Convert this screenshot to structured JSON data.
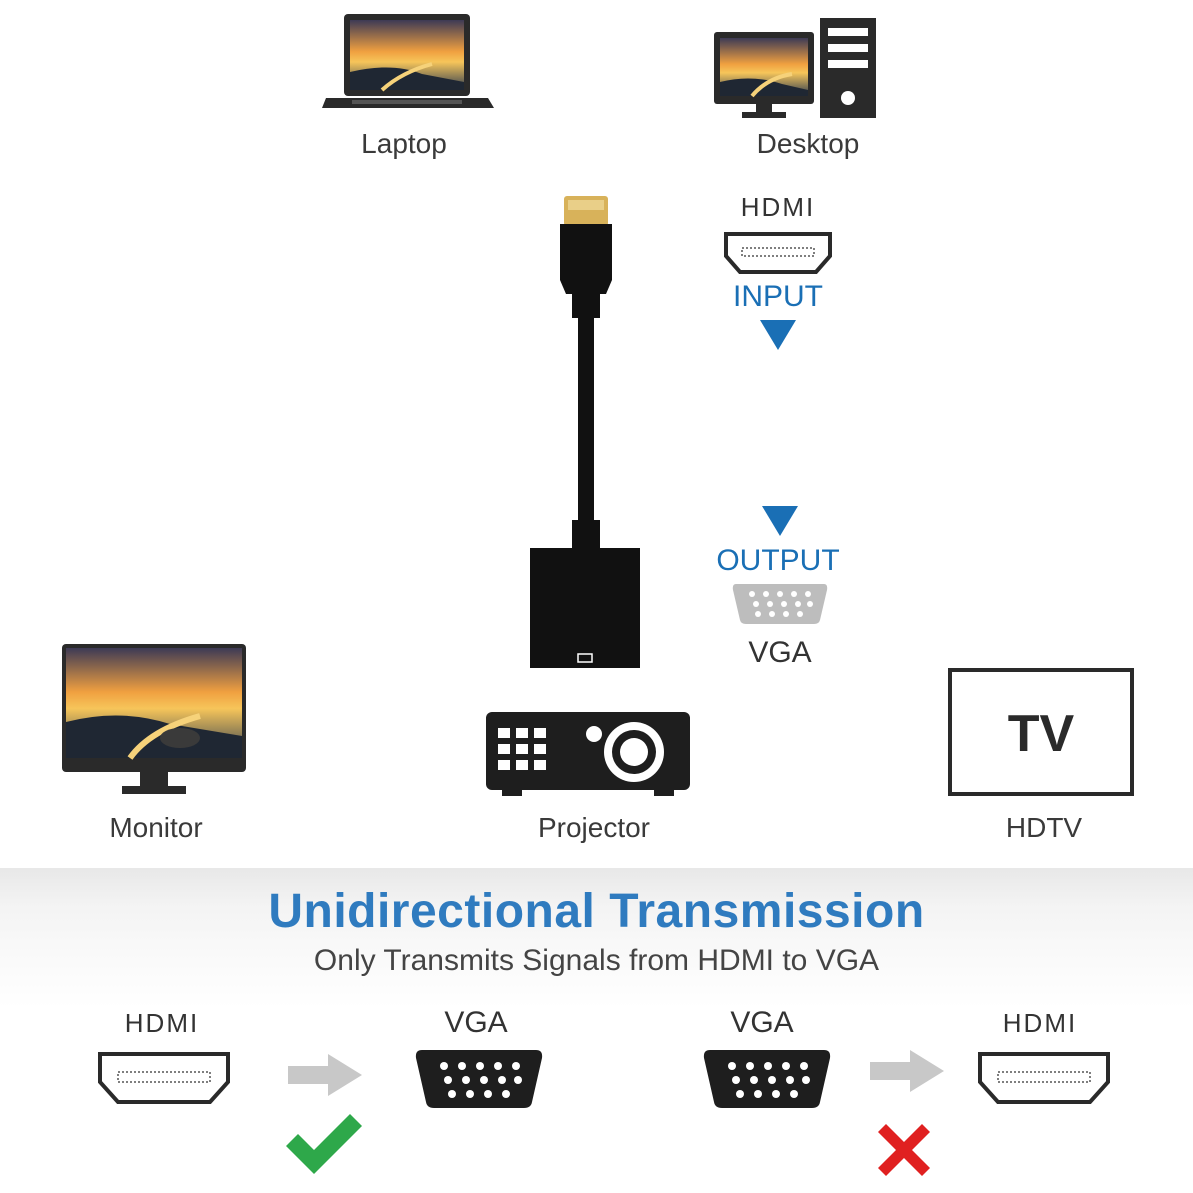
{
  "devices": {
    "laptop": "Laptop",
    "desktop": "Desktop",
    "monitor": "Monitor",
    "projector": "Projector",
    "hdtv": "HDTV",
    "tv_screen_text": "TV"
  },
  "adapter": {
    "input_port": "HDMI",
    "input_label": "INPUT",
    "output_label": "OUTPUT",
    "output_port": "VGA"
  },
  "transmission": {
    "title": "Unidirectional Transmission",
    "subtitle": "Only Transmits Signals from HDMI to VGA",
    "allowed": {
      "from": "HDMI",
      "to": "VGA",
      "status": "check-icon"
    },
    "blocked": {
      "from": "VGA",
      "to": "HDMI",
      "status": "cross-icon"
    }
  },
  "colors": {
    "accent_blue": "#1a6fb5",
    "title_blue": "#2f7bbf",
    "check_green": "#2ea84a",
    "cross_red": "#e02020"
  }
}
